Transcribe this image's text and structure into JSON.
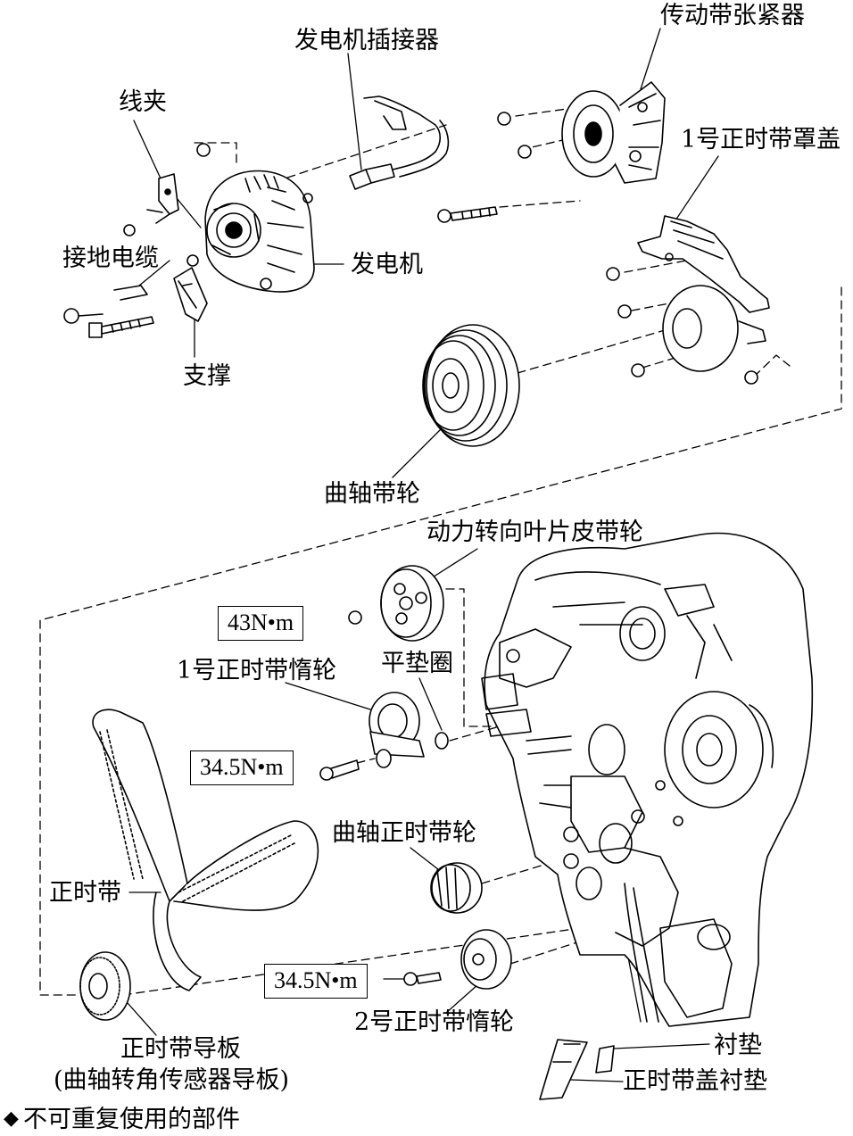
{
  "labels": {
    "tensioner": "传动带张紧器",
    "alt_connector": "发电机插接器",
    "clamp": "线夹",
    "timing_cover_1": "1号正时带罩盖",
    "ground_cable": "接地电缆",
    "alternator": "发电机",
    "bracket": "支撑",
    "crank_pulley": "曲轴带轮",
    "ps_pulley": "动力转向叶片皮带轮",
    "idler_1": "1号正时带惰轮",
    "washer": "平垫圈",
    "crank_timing_pulley": "曲轴正时带轮",
    "timing_belt": "正时带",
    "idler_2": "2号正时带惰轮",
    "gasket": "衬垫",
    "belt_guide": "正时带导板",
    "belt_guide_sub": "(曲轴转角传感器导板)",
    "cover_gasket": "正时带盖衬垫",
    "legend_symbol": "◆",
    "legend": "不可重复使用的部件"
  },
  "torques": {
    "ps_nut": "43N•m",
    "idler_1_bolt": "34.5N•m",
    "idler_2_bolt": "34.5N•m"
  }
}
